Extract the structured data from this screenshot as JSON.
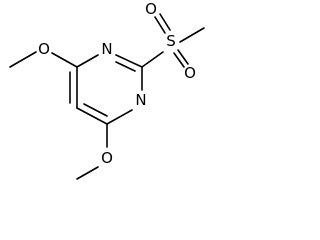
{
  "molecule": {
    "atoms": {
      "n_top": "N",
      "n_bottom": "N",
      "sulfur": "S",
      "o_sulfonyl_top": "O",
      "o_sulfonyl_bottom": "O",
      "o_methoxy_top": "O",
      "o_methoxy_bottom": "O"
    }
  },
  "colors": {
    "bond": "#000000",
    "label": "#000000",
    "background": "#ffffff"
  }
}
